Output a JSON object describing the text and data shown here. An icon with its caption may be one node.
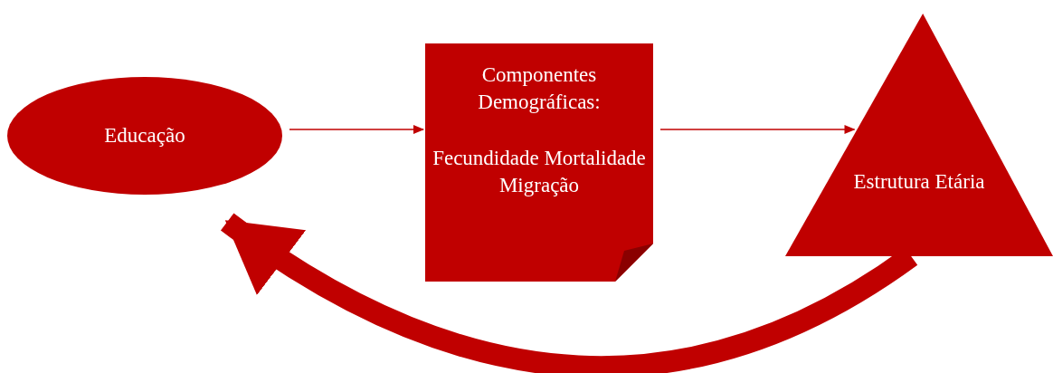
{
  "diagram": {
    "nodes": [
      {
        "text": [
          "Educação"
        ]
      },
      {
        "text": [
          "Componentes Demográficas:",
          "Fecundidade Mortalidade Migração"
        ]
      },
      {
        "text": [
          "Estrutura Etária"
        ]
      }
    ],
    "edges": [
      {
        "from": 0,
        "to": 1,
        "arrow": "to"
      },
      {
        "from": 1,
        "to": 2,
        "arrow": "to"
      },
      {
        "from": 2,
        "to": 0,
        "arrow": "to",
        "style": "thick"
      }
    ]
  }
}
